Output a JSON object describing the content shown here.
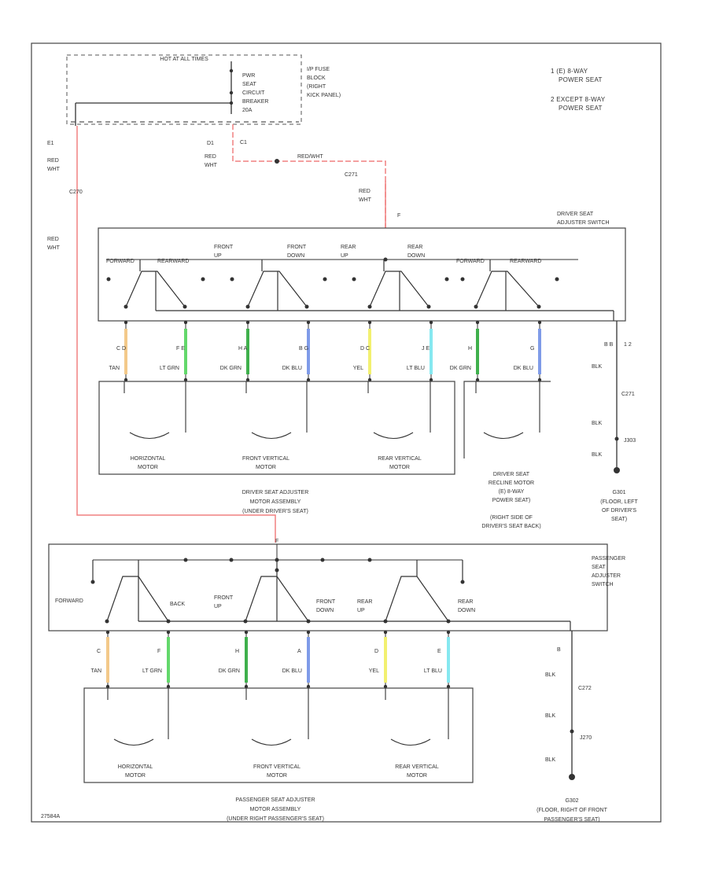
{
  "notes": {
    "n1": "1  (E) 8-WAY",
    "n1b": "POWER SEAT",
    "n2": "2  EXCEPT 8-WAY",
    "n2b": "POWER SEAT"
  },
  "fuse_box": {
    "title": "HOT AT ALL TIMES",
    "line1": "PWR",
    "line2": "SEAT",
    "line3": "CIRCUIT",
    "line4": "BREAKER",
    "line5": "20A"
  },
  "fuse_block_label": [
    "I/P FUSE",
    "BLOCK",
    "(RIGHT",
    "KICK PANEL)"
  ],
  "wire_labels": {
    "e1_left": "E1",
    "red_left": "RED",
    "wht_left": "WHT",
    "c_ref": "C270",
    "red_left2": "RED",
    "wht_left2": "WHT",
    "d1": "D1",
    "red_mid": "RED",
    "wht_mid": "WHT",
    "c1": "C1",
    "red_top": "RED/WHT",
    "c271": "C271",
    "red_r": "RED",
    "wht_r": "WHT",
    "pin_f": "F"
  },
  "driver_switch": {
    "title": "DRIVER SEAT",
    "title2": "ADJUSTER SWITCH",
    "forward": "FORWARD",
    "rearward": "REARWARD",
    "front_up": "FRONT",
    "front_up2": "UP",
    "front_down": "FRONT",
    "front_down2": "DOWN",
    "rear_up": "REAR",
    "rear_up2": "UP",
    "rear_down": "REAR",
    "rear_down2": "DOWN",
    "forward2": "FORWARD",
    "rearward2": "REARWARD"
  },
  "driver_wires": [
    {
      "pin": "C D",
      "color": "TAN",
      "hex": "#f3c98a"
    },
    {
      "pin": "F E",
      "color": "LT GRN",
      "hex": "#63d86b"
    },
    {
      "pin": "H A",
      "color": "DK GRN",
      "hex": "#3fb04c"
    },
    {
      "pin": "B G",
      "color": "DK BLU",
      "hex": "#7f9be8"
    },
    {
      "pin": "D C",
      "color": "YEL",
      "hex": "#f2f070"
    },
    {
      "pin": "J E",
      "color": "LT BLU",
      "hex": "#86e8f0"
    },
    {
      "pin": "H",
      "color": "DK GRN",
      "hex": "#3fb04c"
    },
    {
      "pin": "G",
      "color": "DK BLU",
      "hex": "#7f9be8"
    }
  ],
  "driver_ground": {
    "pin": "B B",
    "pin2": "1 2",
    "blk1": "BLK",
    "c": "C271",
    "blk2": "BLK",
    "j": "J303",
    "blk3": "BLK",
    "g": "G301",
    "loc": [
      "(FLOOR, LEFT",
      "OF DRIVER'S",
      "SEAT)"
    ]
  },
  "driver_motors": {
    "horizontal": "HORIZONTAL",
    "horizontal2": "MOTOR",
    "front_vertical": "FRONT VERTICAL",
    "front_vertical2": "MOTOR",
    "rear_vertical": "REAR VERTICAL",
    "rear_vertical2": "MOTOR",
    "assembly": [
      "DRIVER SEAT ADJUSTER",
      "MOTOR ASSEMBLY",
      "(UNDER DRIVER'S SEAT)"
    ],
    "recline": [
      "DRIVER SEAT",
      "RECLINE MOTOR",
      "(E) 8-WAY",
      "POWER SEAT)",
      "(RIGHT SIDE OF",
      "DRIVER'S SEAT BACK)"
    ]
  },
  "passenger_switch": {
    "title": [
      "PASSENGER",
      "SEAT",
      "ADJUSTER",
      "SWITCH"
    ],
    "forward": "FORWARD",
    "back": "BACK",
    "front_up": "FRONT",
    "front_up2": "UP",
    "front_down": "FRONT",
    "front_down2": "DOWN",
    "rear_up": "REAR",
    "rear_up2": "UP",
    "rear_down": "REAR",
    "rear_down2": "DOWN",
    "pin_top": "F"
  },
  "passenger_wires": [
    {
      "pin": "C",
      "color": "TAN",
      "hex": "#f3c98a"
    },
    {
      "pin": "F",
      "color": "LT GRN",
      "hex": "#63d86b"
    },
    {
      "pin": "H",
      "color": "DK GRN",
      "hex": "#3fb04c"
    },
    {
      "pin": "A",
      "color": "DK BLU",
      "hex": "#7f9be8"
    },
    {
      "pin": "D",
      "color": "YEL",
      "hex": "#f2f070"
    },
    {
      "pin": "E",
      "color": "LT BLU",
      "hex": "#86e8f0"
    }
  ],
  "passenger_ground": {
    "pin": "B",
    "blk1": "BLK",
    "c": "C272",
    "blk2": "BLK",
    "j": "J270",
    "blk3": "BLK",
    "g": "G302",
    "loc": [
      "(FLOOR, RIGHT OF FRONT",
      "PASSENGER'S SEAT)"
    ]
  },
  "passenger_motors": {
    "horizontal": "HORIZONTAL",
    "horizontal2": "MOTOR",
    "front_vertical": "FRONT VERTICAL",
    "front_vertical2": "MOTOR",
    "rear_vertical": "REAR VERTICAL",
    "rear_vertical2": "MOTOR",
    "assembly": [
      "PASSENGER SEAT ADJUSTER",
      "MOTOR ASSEMBLY",
      "(UNDER RIGHT PASSENGER'S SEAT)"
    ]
  },
  "footer_code": "27584A"
}
